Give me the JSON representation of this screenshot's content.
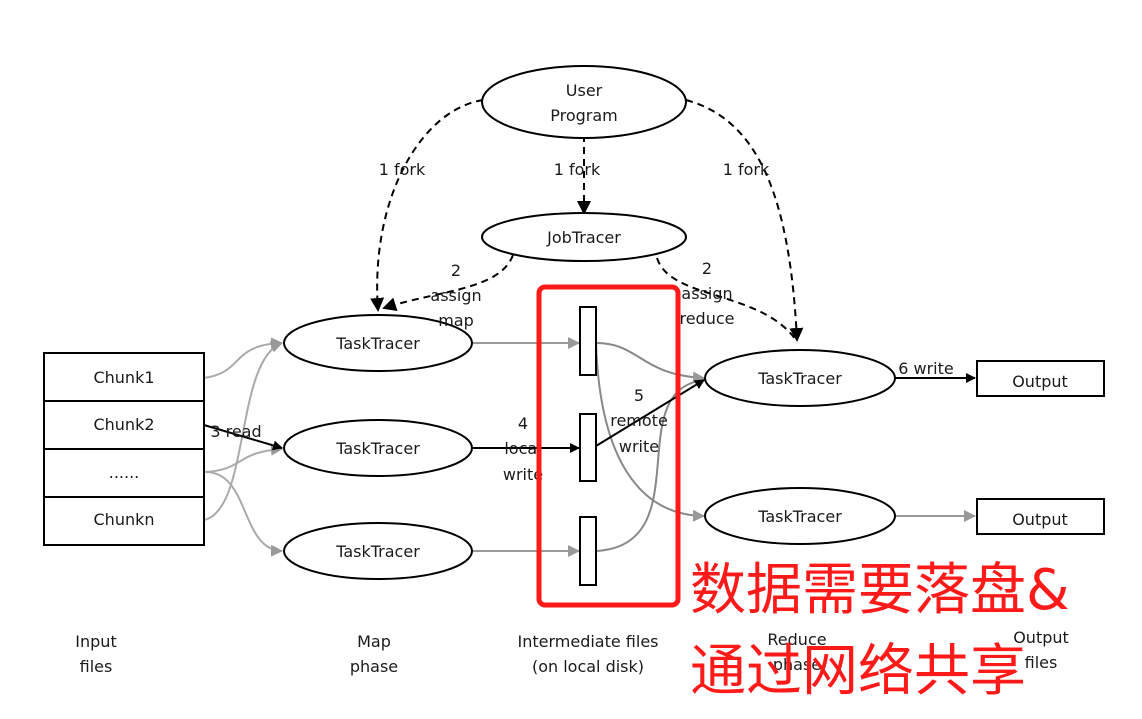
{
  "diagram": {
    "nodes": {
      "user_program": [
        "User",
        "Program"
      ],
      "job_tracer": "JobTracer",
      "map_task_1": "TaskTracer",
      "map_task_2": "TaskTracer",
      "map_task_3": "TaskTracer",
      "reduce_task_1": "TaskTracer",
      "reduce_task_2": "TaskTracer",
      "output_1": "Output",
      "output_2": "Output"
    },
    "input_chunks": [
      "Chunk1",
      "Chunk2",
      "......",
      "Chunkn"
    ],
    "edge_labels": {
      "fork_left": "1 fork",
      "fork_center": "1 fork",
      "fork_right": "1 fork",
      "assign_map": [
        "2",
        "assign",
        "map"
      ],
      "assign_reduce": [
        "2",
        "assign",
        "reduce"
      ],
      "read": "3 read",
      "local_write": [
        "4",
        "local",
        "write"
      ],
      "remote_write": [
        "5",
        "remote",
        "write"
      ],
      "write": "6 write"
    },
    "column_labels": {
      "input": [
        "Input",
        "files"
      ],
      "map": [
        "Map",
        "phase"
      ],
      "intermediate": [
        "Intermediate files",
        "(on local disk)"
      ],
      "reduce": [
        "Reduce",
        "phase"
      ],
      "output": [
        "Output",
        "files"
      ]
    },
    "annotation": {
      "line1": "数据需要落盘&",
      "line2": "通过网络共享",
      "color": "#ff1a1a"
    }
  }
}
